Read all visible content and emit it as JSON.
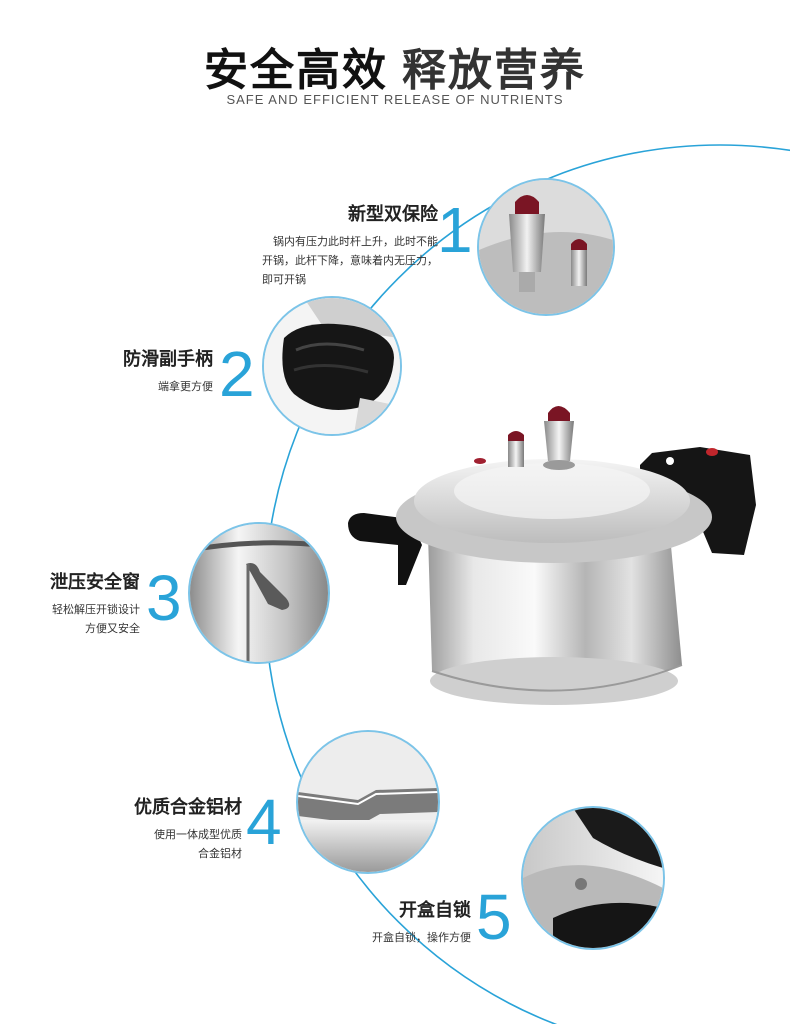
{
  "header": {
    "title_part1": "安全高效",
    "title_part2": "释放营养",
    "subtitle": "SAFE AND EFFICIENT RELEASE OF NUTRIENTS"
  },
  "features": [
    {
      "number": "1",
      "name": "新型双保险",
      "desc_lines": [
        "锅内有压力此时杆上升，此时不能",
        "开锅，此杆下降，意味着内无压力，",
        "即可开锅"
      ]
    },
    {
      "number": "2",
      "name": "防滑副手柄",
      "desc_lines": [
        "端拿更方便"
      ]
    },
    {
      "number": "3",
      "name": "泄压安全窗",
      "desc_lines": [
        "轻松解压开锁设计",
        "方便又安全"
      ]
    },
    {
      "number": "4",
      "name": "优质合金铝材",
      "desc_lines": [
        "使用一体成型优质",
        "合金铝材"
      ]
    },
    {
      "number": "5",
      "name": "开盒自锁",
      "desc_lines": [
        "开盒自锁，操作方便"
      ]
    }
  ],
  "colors": {
    "accent": "#29a3d8",
    "ring": "#7cc4e8",
    "text_dark": "#222222"
  }
}
